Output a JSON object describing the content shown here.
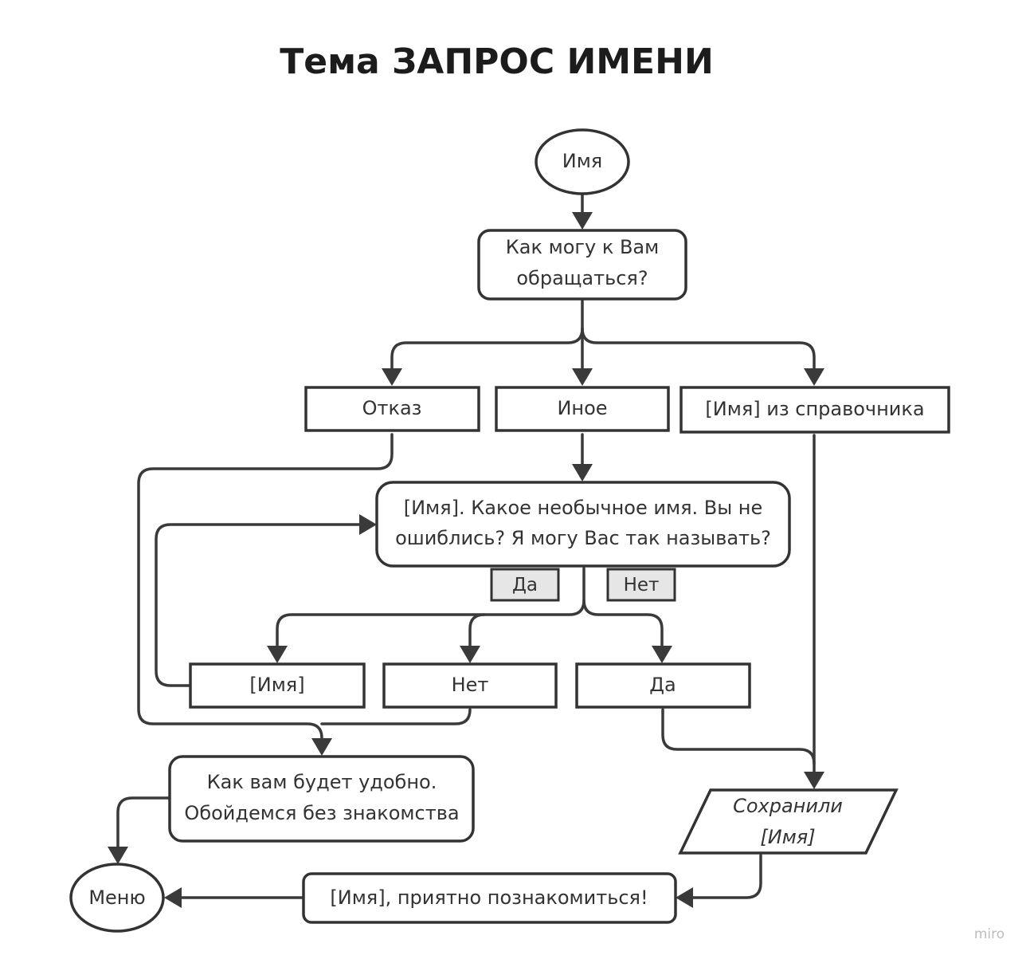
{
  "title": "Тема ЗАПРОС ИМЕНИ",
  "nodes": {
    "start": "Имя",
    "ask_line1": "Как могу к Вам",
    "ask_line2": "обращаться?",
    "refusal": "Отказ",
    "other": "Иное",
    "directory": "[Имя] из справочника",
    "unusual_line1": "[Имя]. Какое необычное имя. Вы не",
    "unusual_line2": "ошиблись? Я могу Вас так называть?",
    "tag_yes": "Да",
    "tag_no": "Нет",
    "name_answer": "[Имя]",
    "no_answer": "Нет",
    "yes_answer": "Да",
    "convenient_line1": "Как вам будет удобно.",
    "convenient_line2": "Обойдемся без знакомства",
    "saved_line1": "Сохранили",
    "saved_line2": "[Имя]",
    "menu": "Меню",
    "nice_to_meet": "[Имя], приятно познакомиться!"
  },
  "watermark": "miro",
  "colors": {
    "stroke": "#333333",
    "tag_fill": "#e6e6e6",
    "background": "#ffffff"
  }
}
